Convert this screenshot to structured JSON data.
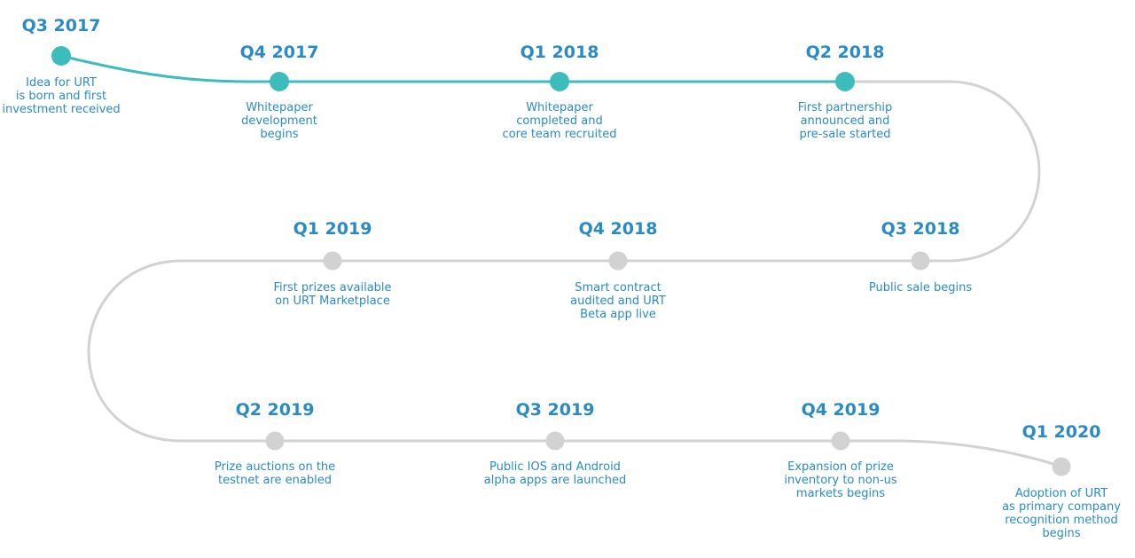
{
  "colors": {
    "completed": "#3dbcbc",
    "upcoming": "#d2d2d2",
    "text": "#2a8bc4"
  },
  "milestones": [
    {
      "quarter": "Q3 2017",
      "description": "Idea for URT\nis born and first\ninvestment received",
      "status": "completed"
    },
    {
      "quarter": "Q4 2017",
      "description": "Whitepaper\ndevelopment\nbegins",
      "status": "completed"
    },
    {
      "quarter": "Q1 2018",
      "description": "Whitepaper\ncompleted and\ncore team recruited",
      "status": "completed"
    },
    {
      "quarter": "Q2 2018",
      "description": "First partnership\nannounced and\npre-sale started",
      "status": "completed"
    },
    {
      "quarter": "Q3 2018",
      "description": "Public sale begins",
      "status": "upcoming"
    },
    {
      "quarter": "Q4 2018",
      "description": "Smart contract\naudited and URT\nBeta app live",
      "status": "upcoming"
    },
    {
      "quarter": "Q1 2019",
      "description": "First prizes available\non URT Marketplace",
      "status": "upcoming"
    },
    {
      "quarter": "Q2 2019",
      "description": "Prize auctions on the\ntestnet are enabled",
      "status": "upcoming"
    },
    {
      "quarter": "Q3 2019",
      "description": "Public IOS and Android\nalpha apps are launched",
      "status": "upcoming"
    },
    {
      "quarter": "Q4 2019",
      "description": "Expansion of prize\ninventory to non-us\nmarkets begins",
      "status": "upcoming"
    },
    {
      "quarter": "Q1 2020",
      "description": "Adoption of URT\nas primary company\nrecognition method\nbegins",
      "status": "upcoming"
    }
  ]
}
